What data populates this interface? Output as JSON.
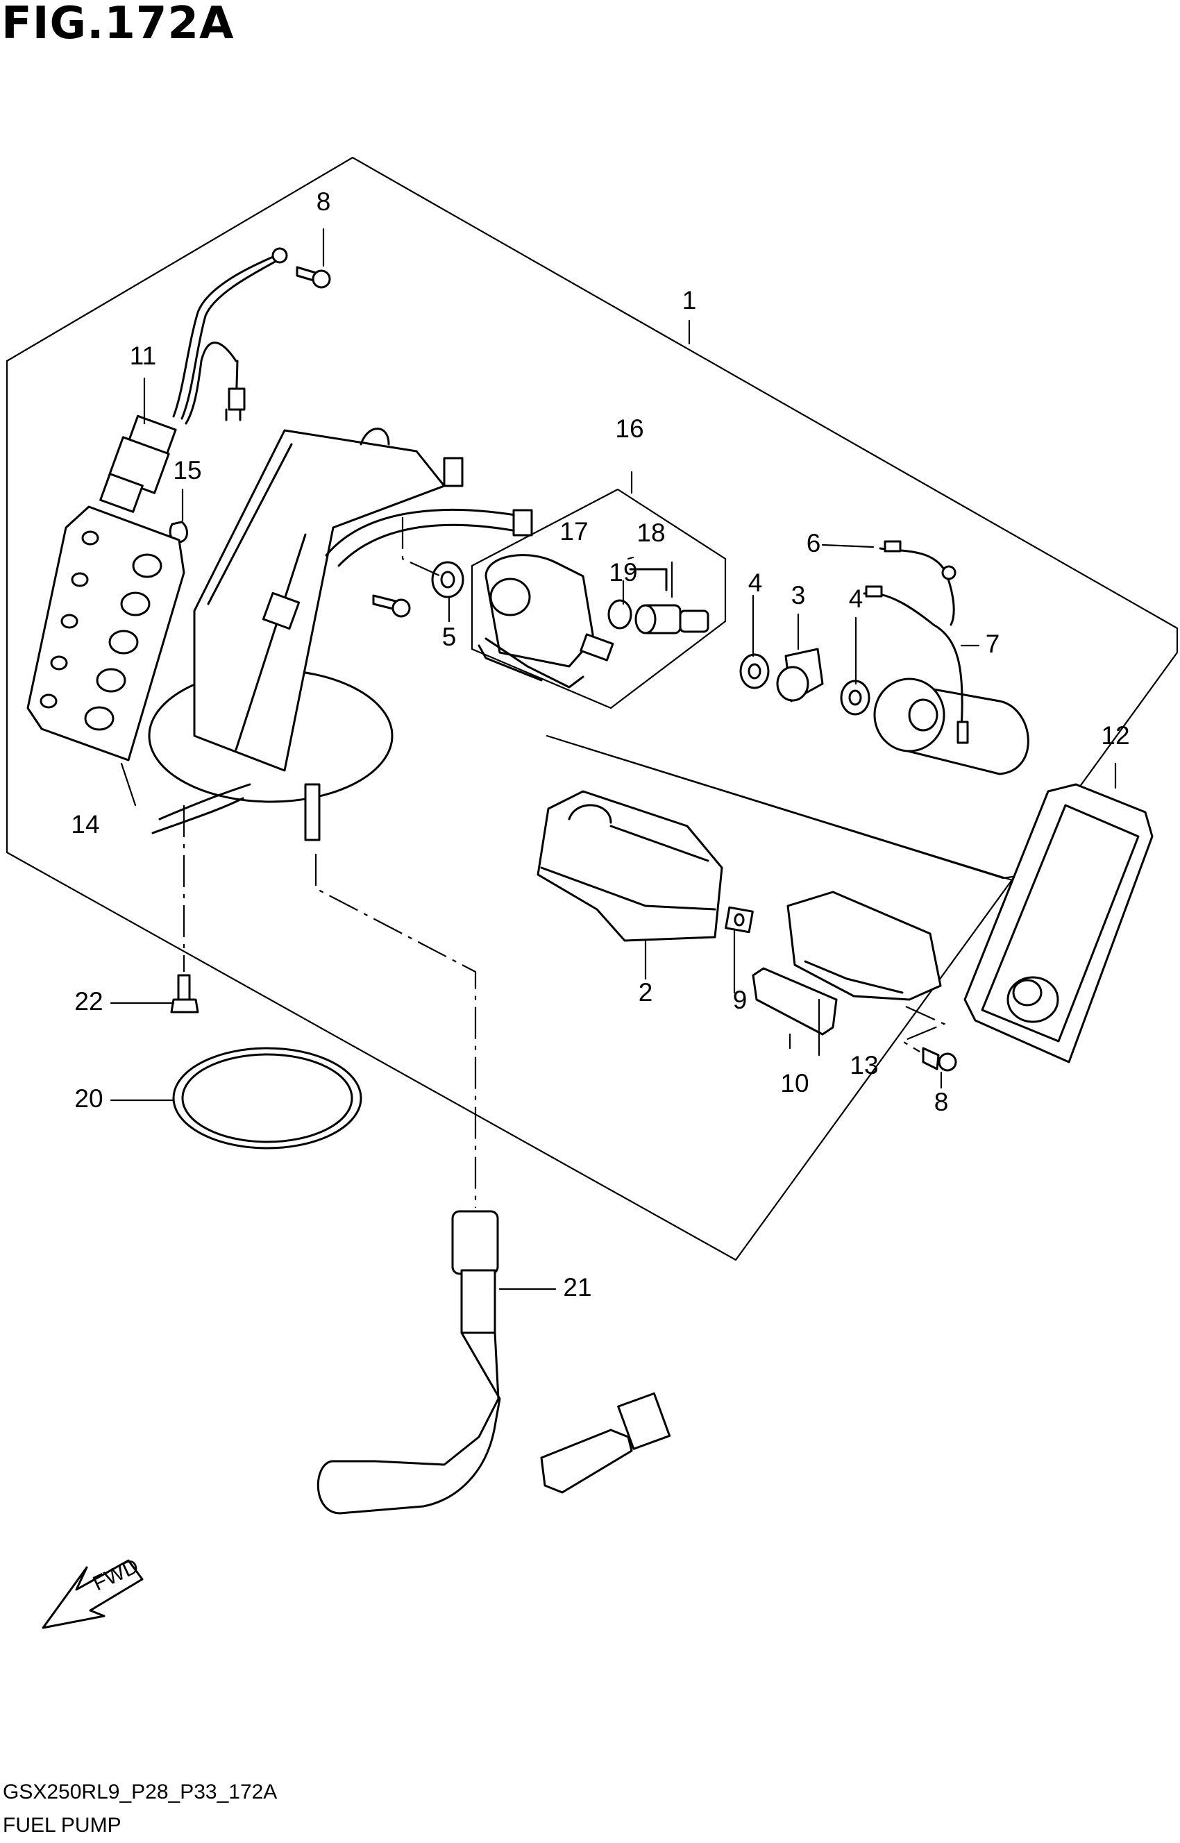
{
  "figure": {
    "title": "FIG.172A",
    "drawing_code": "GSX250RL9_P28_P33_172A",
    "caption": "FUEL PUMP"
  },
  "direction_marker": {
    "label": "FWD",
    "icon": "arrow-down-left-icon"
  },
  "callouts": [
    {
      "id": "c1",
      "label": "1"
    },
    {
      "id": "c2",
      "label": "2"
    },
    {
      "id": "c3",
      "label": "3"
    },
    {
      "id": "c4a",
      "label": "4"
    },
    {
      "id": "c4b",
      "label": "4"
    },
    {
      "id": "c5",
      "label": "5"
    },
    {
      "id": "c6",
      "label": "6"
    },
    {
      "id": "c7",
      "label": "7"
    },
    {
      "id": "c8a",
      "label": "8"
    },
    {
      "id": "c8b",
      "label": "8"
    },
    {
      "id": "c9",
      "label": "9"
    },
    {
      "id": "c10",
      "label": "10"
    },
    {
      "id": "c11",
      "label": "11"
    },
    {
      "id": "c12",
      "label": "12"
    },
    {
      "id": "c13",
      "label": "13"
    },
    {
      "id": "c14",
      "label": "14"
    },
    {
      "id": "c15",
      "label": "15"
    },
    {
      "id": "c16",
      "label": "16"
    },
    {
      "id": "c17",
      "label": "17"
    },
    {
      "id": "c18",
      "label": "18"
    },
    {
      "id": "c19",
      "label": "19"
    },
    {
      "id": "c20",
      "label": "20"
    },
    {
      "id": "c21",
      "label": "21"
    },
    {
      "id": "c22",
      "label": "22"
    }
  ]
}
